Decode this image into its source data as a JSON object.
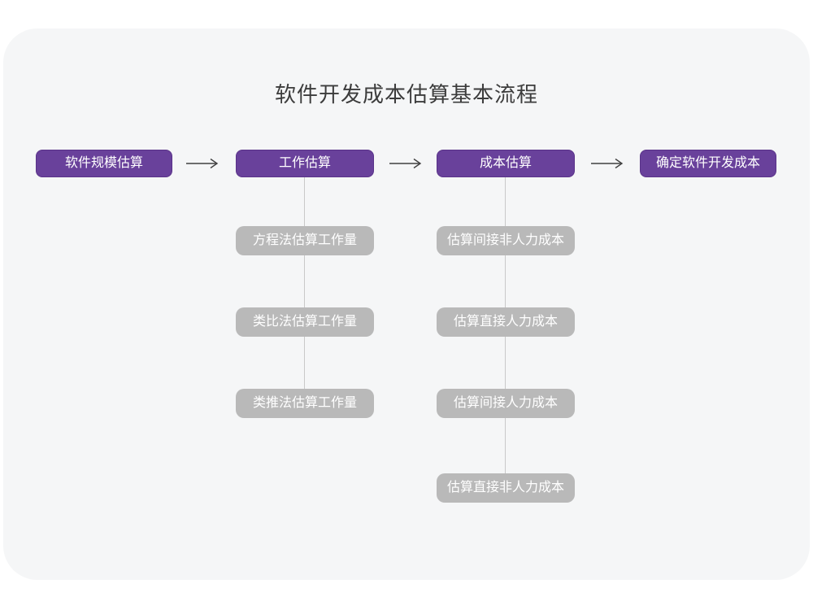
{
  "title": "软件开发成本估算基本流程",
  "colors": {
    "page_background": "#ffffff",
    "card_background": "#f5f6f7",
    "stage_fill": "#69419b",
    "stage_border": "#5a3389",
    "substep_fill": "#b9b9b9",
    "node_text": "#ffffff",
    "title_text": "#3c3c3c",
    "arrow_stroke": "#404040",
    "connector_stroke": "#c9c9c9"
  },
  "flow": {
    "stages": [
      {
        "label": "软件规模估算",
        "substeps": []
      },
      {
        "label": "工作估算",
        "substeps": [
          "方程法估算工作量",
          "类比法估算工作量",
          "类推法估算工作量"
        ]
      },
      {
        "label": "成本估算",
        "substeps": [
          "估算间接非人力成本",
          "估算直接人力成本",
          "估算间接人力成本",
          "估算直接非人力成本"
        ]
      },
      {
        "label": "确定软件开发成本",
        "substeps": []
      }
    ]
  }
}
